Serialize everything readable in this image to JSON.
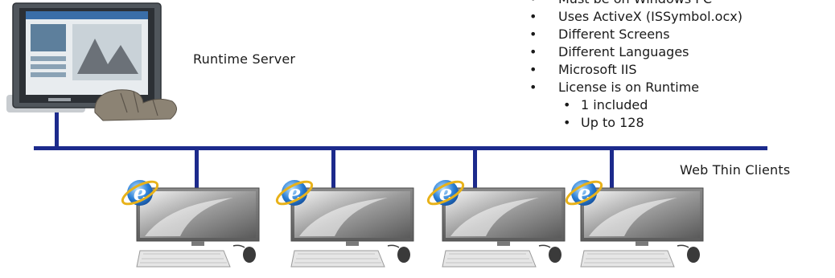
{
  "server": {
    "label": "Runtime Server"
  },
  "clients": {
    "label": "Web Thin Clients",
    "count": 4
  },
  "notes": {
    "items": [
      "Must be on Windows PC",
      "Uses ActiveX (ISSymbol.ocx)",
      "Different Screens",
      "Different Languages",
      "Microsoft IIS",
      "License is on Runtime"
    ],
    "sub_items": [
      "1 included",
      "Up to 128"
    ]
  },
  "colors": {
    "network": "#1c2a8c",
    "ie_blue": "#2a7fd6",
    "ie_ring": "#e8b21a"
  }
}
